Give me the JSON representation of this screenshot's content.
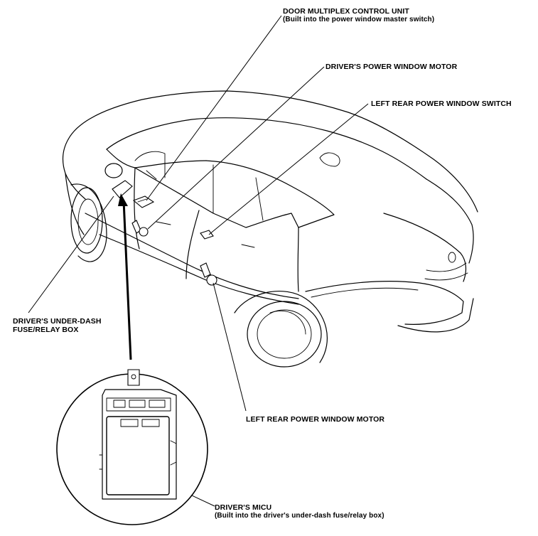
{
  "labels": {
    "door_mcu": "DOOR MULTIPLEX CONTROL UNIT",
    "door_mcu_sub": "(Built into the power window master switch)",
    "driver_motor": "DRIVER'S POWER WINDOW MOTOR",
    "left_rear_switch": "LEFT REAR POWER WINDOW SWITCH",
    "fuse_box_line1": "DRIVER'S UNDER-DASH",
    "fuse_box_line2": "FUSE/RELAY BOX",
    "left_rear_motor": "LEFT REAR POWER WINDOW MOTOR",
    "micu": "DRIVER'S MICU",
    "micu_sub": "(Built into the driver's under-dash fuse/relay box)"
  }
}
